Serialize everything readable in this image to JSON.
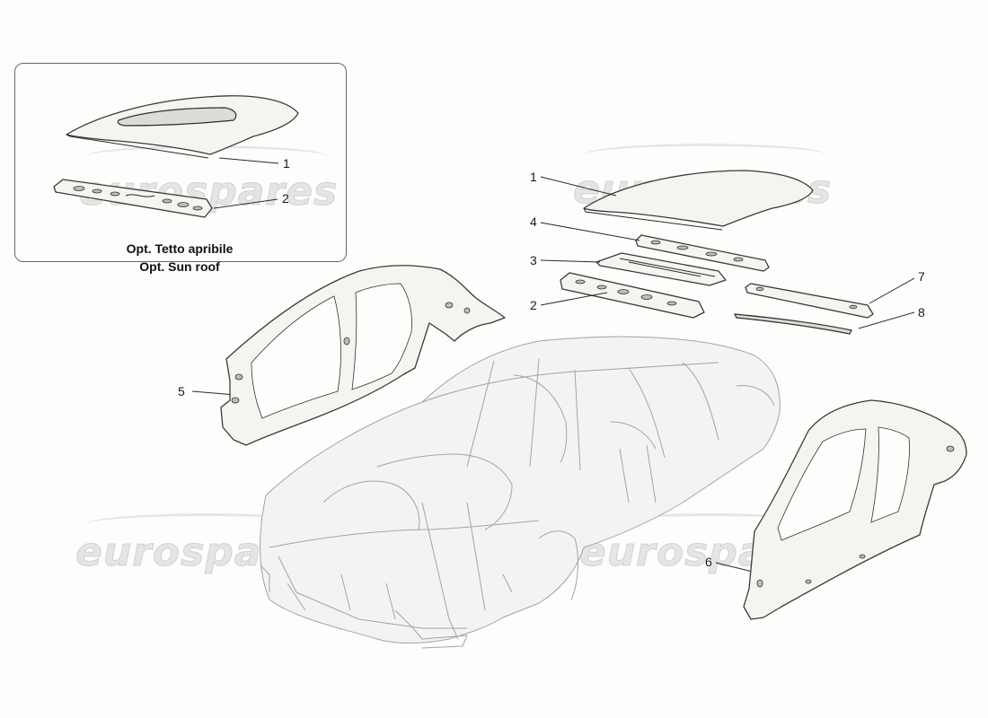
{
  "inset": {
    "caption_line1": "Opt. Tetto apribile",
    "caption_line2": "Opt. Sun roof",
    "callouts": [
      "1",
      "2"
    ]
  },
  "callouts": {
    "c1": "1",
    "c2": "2",
    "c3": "3",
    "c4": "4",
    "c5": "5",
    "c6": "6",
    "c7": "7",
    "c8": "8"
  },
  "watermark": {
    "text": "eurospares",
    "color": "#d2d2d2"
  },
  "icons": {
    "roof_panel": "roof-panel-icon",
    "sunroof_panel": "sunroof-panel-icon",
    "front_crossmember": "front-roof-crossmember-icon",
    "rear_crossmember": "rear-roof-crossmember-icon",
    "windscreen_header": "windscreen-header-icon",
    "side_frame_left": "left-side-frame-icon",
    "side_frame_right": "right-side-frame-icon",
    "rear_rail": "rear-roof-rail-icon",
    "drip_strip": "drip-strip-icon",
    "body_shell": "body-shell-icon"
  }
}
